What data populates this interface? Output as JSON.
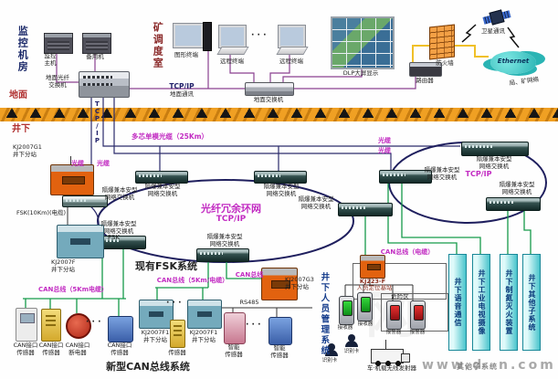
{
  "rooms": {
    "monitor_room": "监控机房",
    "dispatch_room": "矿调度室"
  },
  "zones": {
    "ground": "地面",
    "underground": "井下"
  },
  "top": {
    "main_host": "监控\n主机",
    "backup_host": "备用机",
    "ground_fiber_switch": "地面光纤\n交换机",
    "graphic_terminal": "图形终端",
    "remote_terminal": "远程终端",
    "dots": "· · ·",
    "dlp": "DLP大屏显示",
    "ground_switch": "地面交换机",
    "tcpip": "TCP/IP",
    "ground_comm": "地面通讯",
    "tcpip_vertical": "TCP/IP",
    "firewall": "防火墙",
    "router": "路由器",
    "satellite": "卫星通讯",
    "cloud": "Ethernet",
    "bureau_mine_net": "局、矿网络"
  },
  "fiber": {
    "multicore": "多芯单模光缆（25Km）",
    "cable": "光缆"
  },
  "ring": {
    "title": "光纤冗余环网",
    "tcpip": "TCP/IP",
    "tcpip_right": "TCP/IP",
    "ex_switch": "隔爆兼本安型\n网络交换机"
  },
  "fsk": {
    "kj2007g1": "KJ2007G1\n井下分站",
    "fsk_cable": "FSK(10Km)(电缆)",
    "kj2007f": "KJ2007F\n井下分站",
    "fsk": "FSK",
    "title": "现有FSK系统"
  },
  "canbus": {
    "bus_5km": "CAN总线（5Km电缆）",
    "bus_5km_center": "CAN总线（5Km/电缆）",
    "bus": "CAN总线",
    "bus_cable": "CAN总线（电缆）",
    "sensor_iface": "CAN接口\n传感器",
    "breaker_iface": "CAN接口\n断电器",
    "dots": "· · ·",
    "title": "新型CAN总线系统",
    "kj2007f1": "KJ2007F1\n井下分站",
    "sensor": "传感器",
    "smart_sensor": "智能\n传感器",
    "rs485": "RS485",
    "kj2007g3": "KJ2007G3\n井下分站"
  },
  "personnel": {
    "title": "井下人员管理系统",
    "kj223": "KJ223-F",
    "base_station": "人员定位基站",
    "danger_zone": "危险区",
    "receiver": "接收器",
    "alarm": "报警器",
    "id_card": "识别卡",
    "vehicle_tx": "车·机载无线发射器"
  },
  "towers": {
    "voice": "井下语音通信",
    "tv": "井下工业电视摄像",
    "nitrogen": "井下制氮灭火装置",
    "other": "井下其他子系统"
  },
  "watermark": {
    "left": "www.d",
    "mid": "其他子系统",
    "right": "n.com",
    "big": "网"
  },
  "colors": {
    "magenta": "#c22cc2",
    "red": "#b03030",
    "navy": "#1f1f5e",
    "green": "#169a4a",
    "purple": "#8a4090",
    "yellow": "#f0c028",
    "band": "#e89a20",
    "cyan": "#49c8c8"
  }
}
